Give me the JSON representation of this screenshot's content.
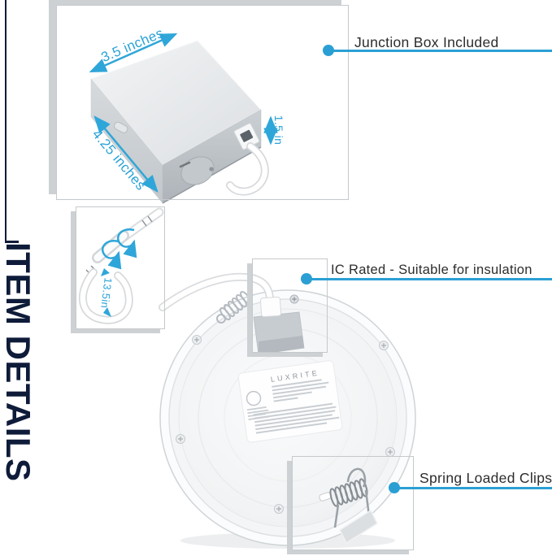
{
  "header": {
    "title": "ITEM DETAILS"
  },
  "callouts": {
    "junction_box": "Junction Box Included",
    "ic_rated": "IC Rated - Suitable for insulation",
    "spring_clips": "Spring Loaded Clips"
  },
  "dimensions": {
    "box_width": "3.5 inches",
    "box_depth": "4.25 inches",
    "box_height": "1.5 in",
    "cable_length": "13.5in"
  },
  "product": {
    "brand": "LUXRITE"
  },
  "colors": {
    "accent_blue": "#2fa6d9",
    "heading_navy": "#0e1b39",
    "callout_text": "#2d2d2d",
    "frame_border": "#c5c9cc",
    "frame_shadow": "#cdd1d4"
  }
}
